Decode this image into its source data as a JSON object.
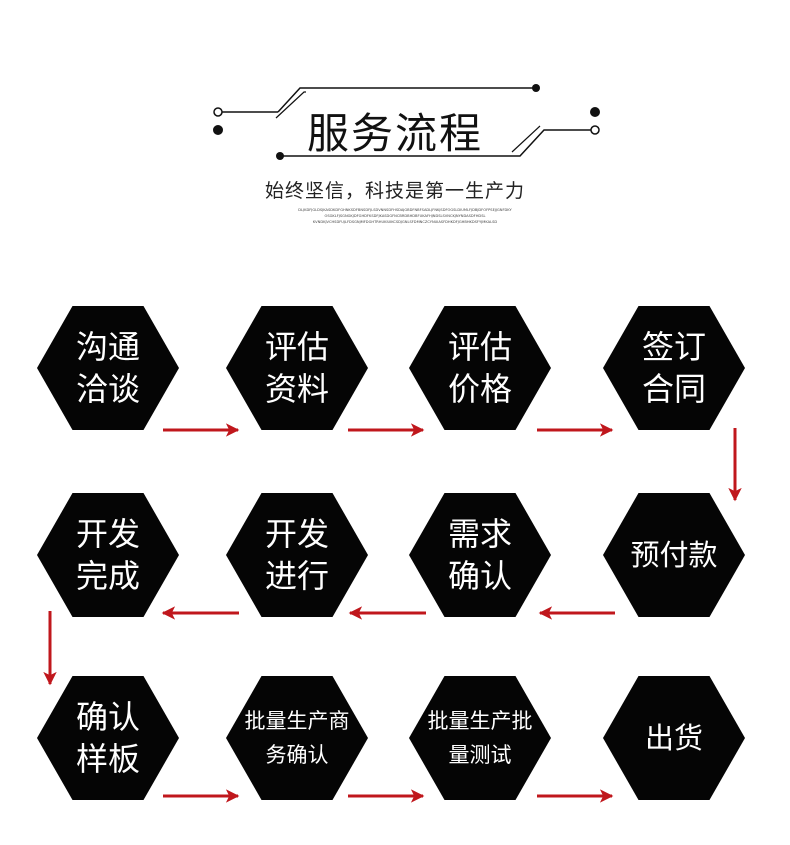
{
  "header": {
    "title": "服务流程",
    "subtitle": "始终坚信，科技是第一生产力",
    "tiny_lines": [
      "DLJKDFJGLDSJKASDKDFGHNKSDFBNSDFJLSDVNNSDFHSDAJGBDFNBFSADLJFNKJSDFOGSLDIUMLFJDBJDFOFPSEJJGNFDKY",
      "OSGKLFJSGNGKJDFGHDFKSDFJKASDGFNCBRDBHDBFUKAFHJNDSLSVNCKJNYNDASDFHDSL",
      "KVNDKJVCHSDFUJLFDSGNJMFDGHTRHUKIUIKCSDJGNLSFDMNCZCYNUIASFDHKDFJGHBHKDSFYJMKALSD"
    ]
  },
  "steps": [
    {
      "label": "沟通洽谈"
    },
    {
      "label": "评估资料"
    },
    {
      "label": "评估价格"
    },
    {
      "label": "签订合同"
    },
    {
      "label": "预付款"
    },
    {
      "label": "需求确认"
    },
    {
      "label": "开发进行"
    },
    {
      "label": "开发完成"
    },
    {
      "label": "确认样板"
    },
    {
      "label": "批量生产商务确认"
    },
    {
      "label": "批量生产批量测试"
    },
    {
      "label": "出货"
    }
  ],
  "colors": {
    "hex_fill": "#050505",
    "hex_text": "#ffffff",
    "arrow": "#c0171c",
    "deco": "#111111"
  }
}
